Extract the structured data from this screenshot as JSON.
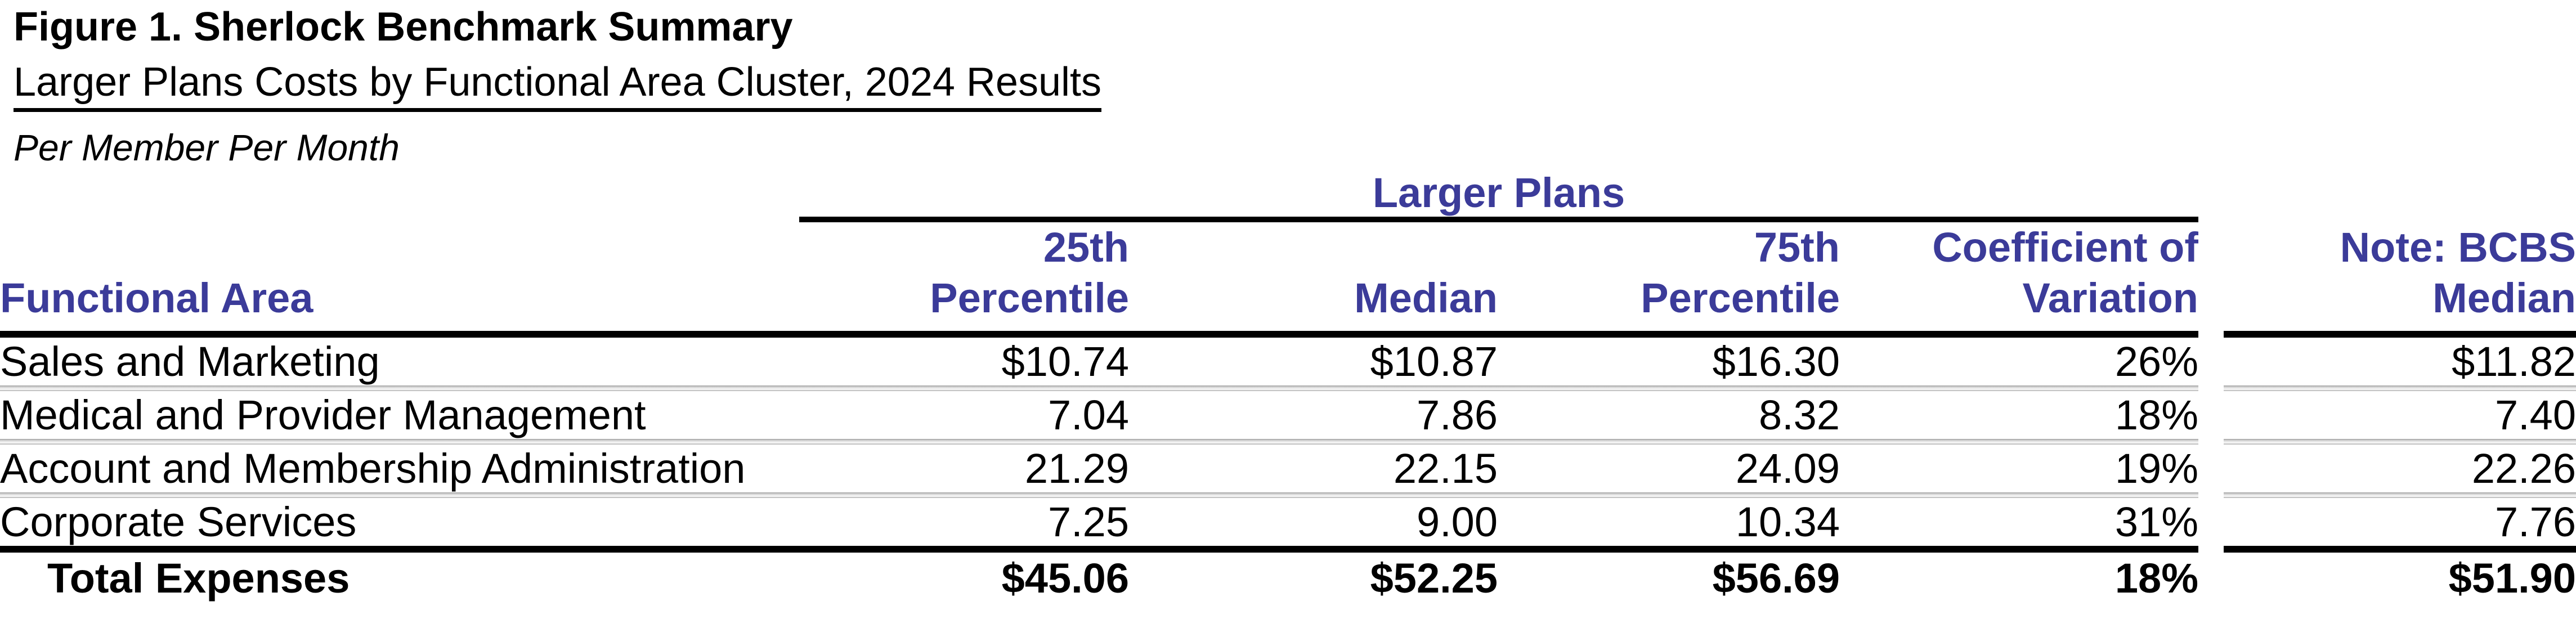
{
  "header": {
    "title": "Figure 1. Sherlock Benchmark Summary",
    "subtitle": "Larger Plans Costs by Functional Area Cluster, 2024 Results",
    "unit_note": "Per Member Per Month"
  },
  "table": {
    "group_header": "Larger Plans",
    "columns": {
      "functional_area": "Functional Area",
      "p25_line1": "25th",
      "p25_line2": "Percentile",
      "median": "Median",
      "p75_line1": "75th",
      "p75_line2": "Percentile",
      "cov_line1": "Coefficient of",
      "cov_line2": "Variation",
      "bcbs_line1": "Note: BCBS",
      "bcbs_line2": "Median"
    },
    "rows": [
      {
        "functional_area": "Sales and Marketing",
        "p25": "$10.74",
        "median": "$10.87",
        "p75": "$16.30",
        "cov": "26%",
        "bcbs": "$11.82"
      },
      {
        "functional_area": "Medical and Provider Management",
        "p25": "7.04",
        "median": "7.86",
        "p75": "8.32",
        "cov": "18%",
        "bcbs": "7.40"
      },
      {
        "functional_area": "Account and Membership Administration",
        "p25": "21.29",
        "median": "22.15",
        "p75": "24.09",
        "cov": "19%",
        "bcbs": "22.26"
      },
      {
        "functional_area": "Corporate Services",
        "p25": "7.25",
        "median": "9.00",
        "p75": "10.34",
        "cov": "31%",
        "bcbs": "7.76"
      }
    ],
    "total_row": {
      "label": "Total Expenses",
      "p25": "$45.06",
      "median": "$52.25",
      "p75": "$56.69",
      "cov": "18%",
      "bcbs": "$51.90"
    }
  },
  "colors": {
    "accent_purple": "#3B3B99",
    "text_black": "#000000",
    "separator_gray": "#C8C8C8",
    "rule_black": "#000000",
    "background": "#FFFFFF"
  },
  "chart_data": {
    "type": "table",
    "title": "Figure 1. Sherlock Benchmark Summary",
    "subtitle": "Larger Plans Costs by Functional Area Cluster, 2024 Results",
    "unit": "Per Member Per Month",
    "column_group": {
      "label": "Larger Plans",
      "spans_columns": [
        "25th Percentile",
        "Median",
        "75th Percentile",
        "Coefficient of Variation"
      ]
    },
    "columns": [
      "Functional Area",
      "25th Percentile",
      "Median",
      "75th Percentile",
      "Coefficient of Variation",
      "Note: BCBS Median"
    ],
    "rows": [
      [
        "Sales and Marketing",
        "$10.74",
        "$10.87",
        "$16.30",
        "26%",
        "$11.82"
      ],
      [
        "Medical and Provider Management",
        "7.04",
        "7.86",
        "8.32",
        "18%",
        "7.40"
      ],
      [
        "Account and Membership Administration",
        "21.29",
        "22.15",
        "24.09",
        "19%",
        "22.26"
      ],
      [
        "Corporate Services",
        "7.25",
        "9.00",
        "10.34",
        "31%",
        "7.76"
      ]
    ],
    "total": [
      "Total Expenses",
      "$45.06",
      "$52.25",
      "$56.69",
      "18%",
      "$51.90"
    ]
  }
}
